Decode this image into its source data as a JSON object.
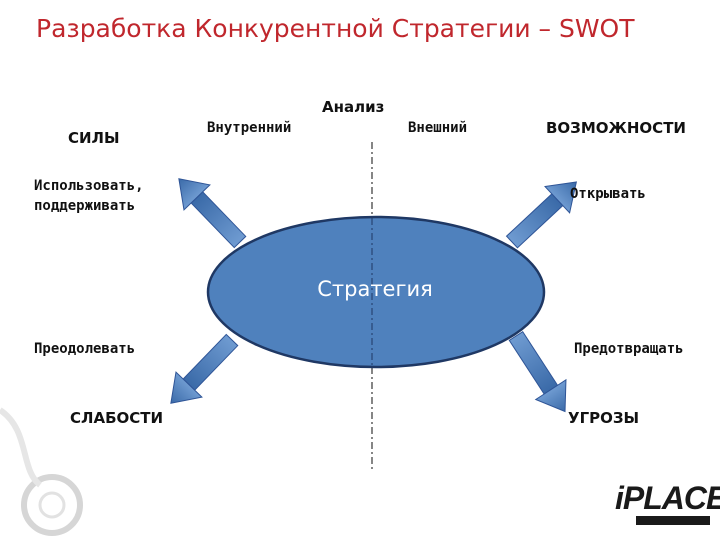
{
  "title": "Разработка Конкурентной Стратегии – SWOT",
  "analysis": {
    "heading": "Анализ",
    "internal": "Внутренний",
    "external": "Внешний"
  },
  "quadrants": {
    "strengths": {
      "title": "СИЛЫ",
      "action_line1": "Использовать,",
      "action_line2": "поддерживать"
    },
    "opportunities": {
      "title": "ВОЗМОЖНОСТИ",
      "action": "Открывать"
    },
    "weaknesses": {
      "title": "СЛАБОСТИ",
      "action": "Преодолевать"
    },
    "threats": {
      "title": "УГРОЗЫ",
      "action": "Предотвращать"
    }
  },
  "center": "Стратегия",
  "logo": {
    "name": "iPLACE"
  },
  "colors": {
    "title": "#c0272d",
    "ellipse": "#4f81bd",
    "ellipse_stroke": "#1f3864",
    "arrow": "#4f81bd"
  }
}
